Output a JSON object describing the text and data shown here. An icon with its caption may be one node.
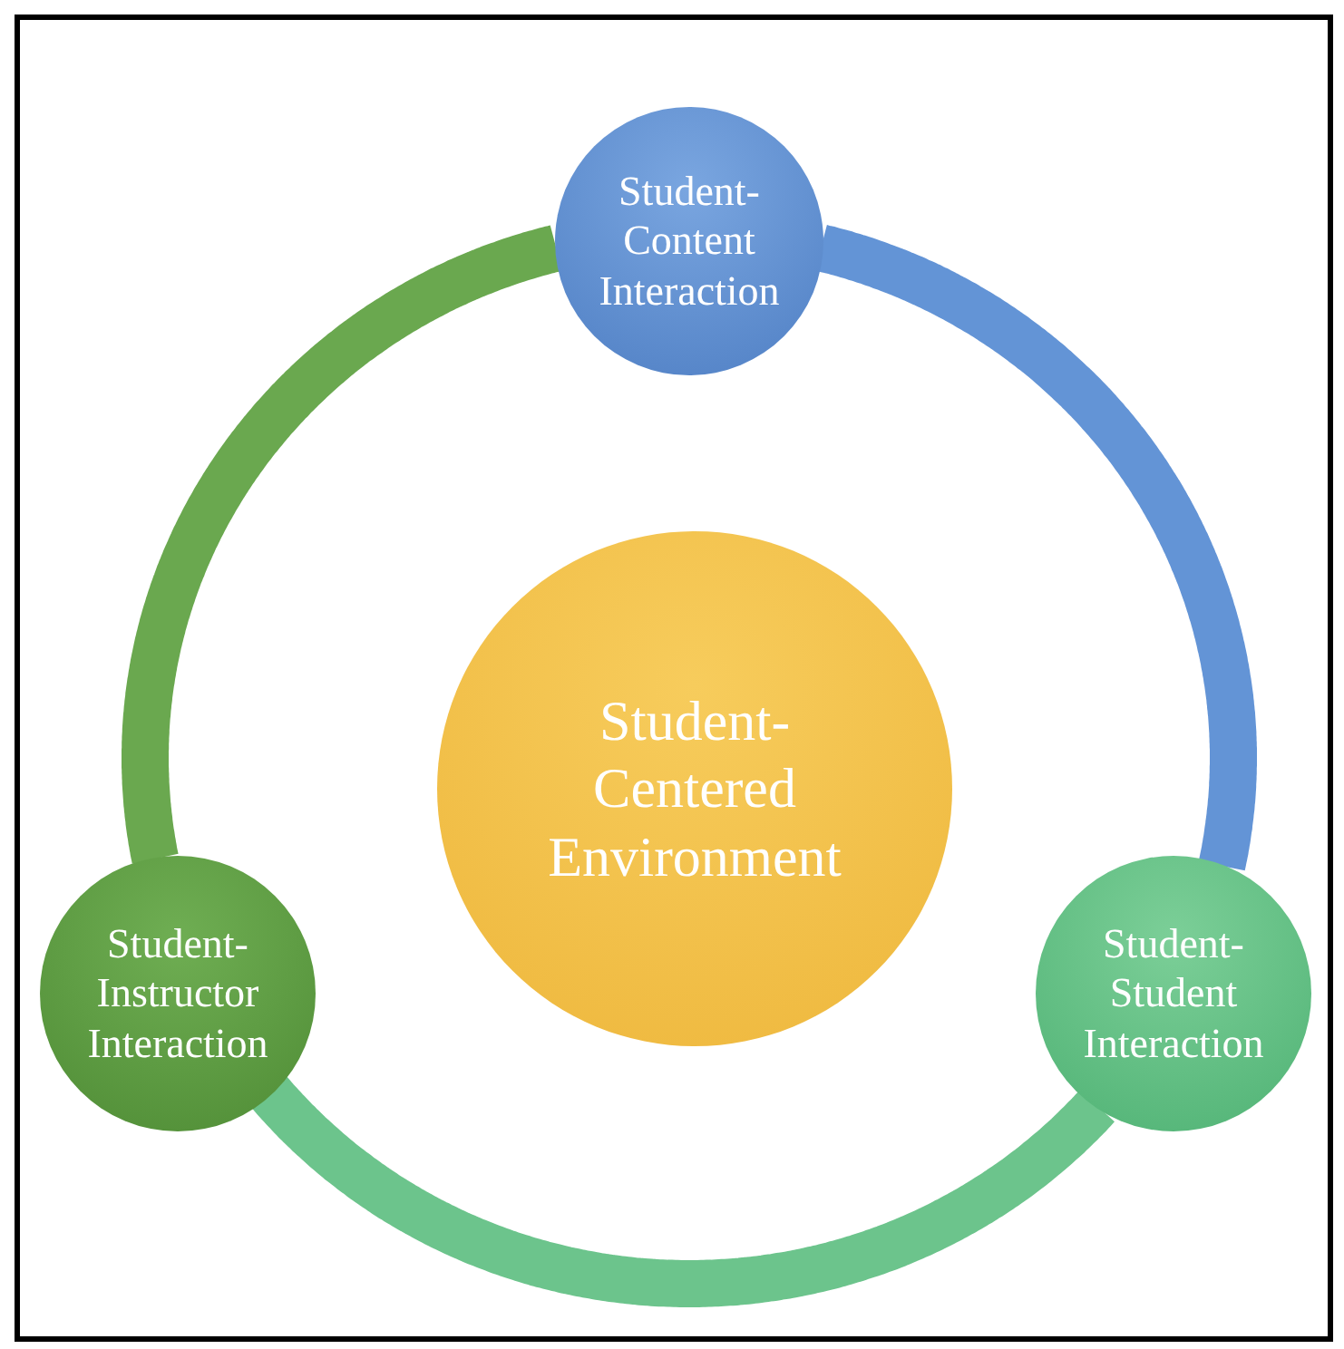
{
  "diagram": {
    "nodes": [
      {
        "text": [
          "Student-Content Interaction"
        ]
      },
      {
        "text": [
          "Student-Centered Environment"
        ]
      },
      {
        "text": [
          "Student-Instructor Interaction"
        ]
      },
      {
        "text": [
          "Student-Student Interaction"
        ]
      }
    ],
    "edges": [
      {
        "from": 0,
        "to": 3,
        "arrow": "none",
        "color": "#6394d6"
      },
      {
        "from": 3,
        "to": 2,
        "arrow": "none",
        "color": "#6cc48c"
      },
      {
        "from": 2,
        "to": 0,
        "arrow": "none",
        "color": "#6aa84f"
      }
    ]
  }
}
